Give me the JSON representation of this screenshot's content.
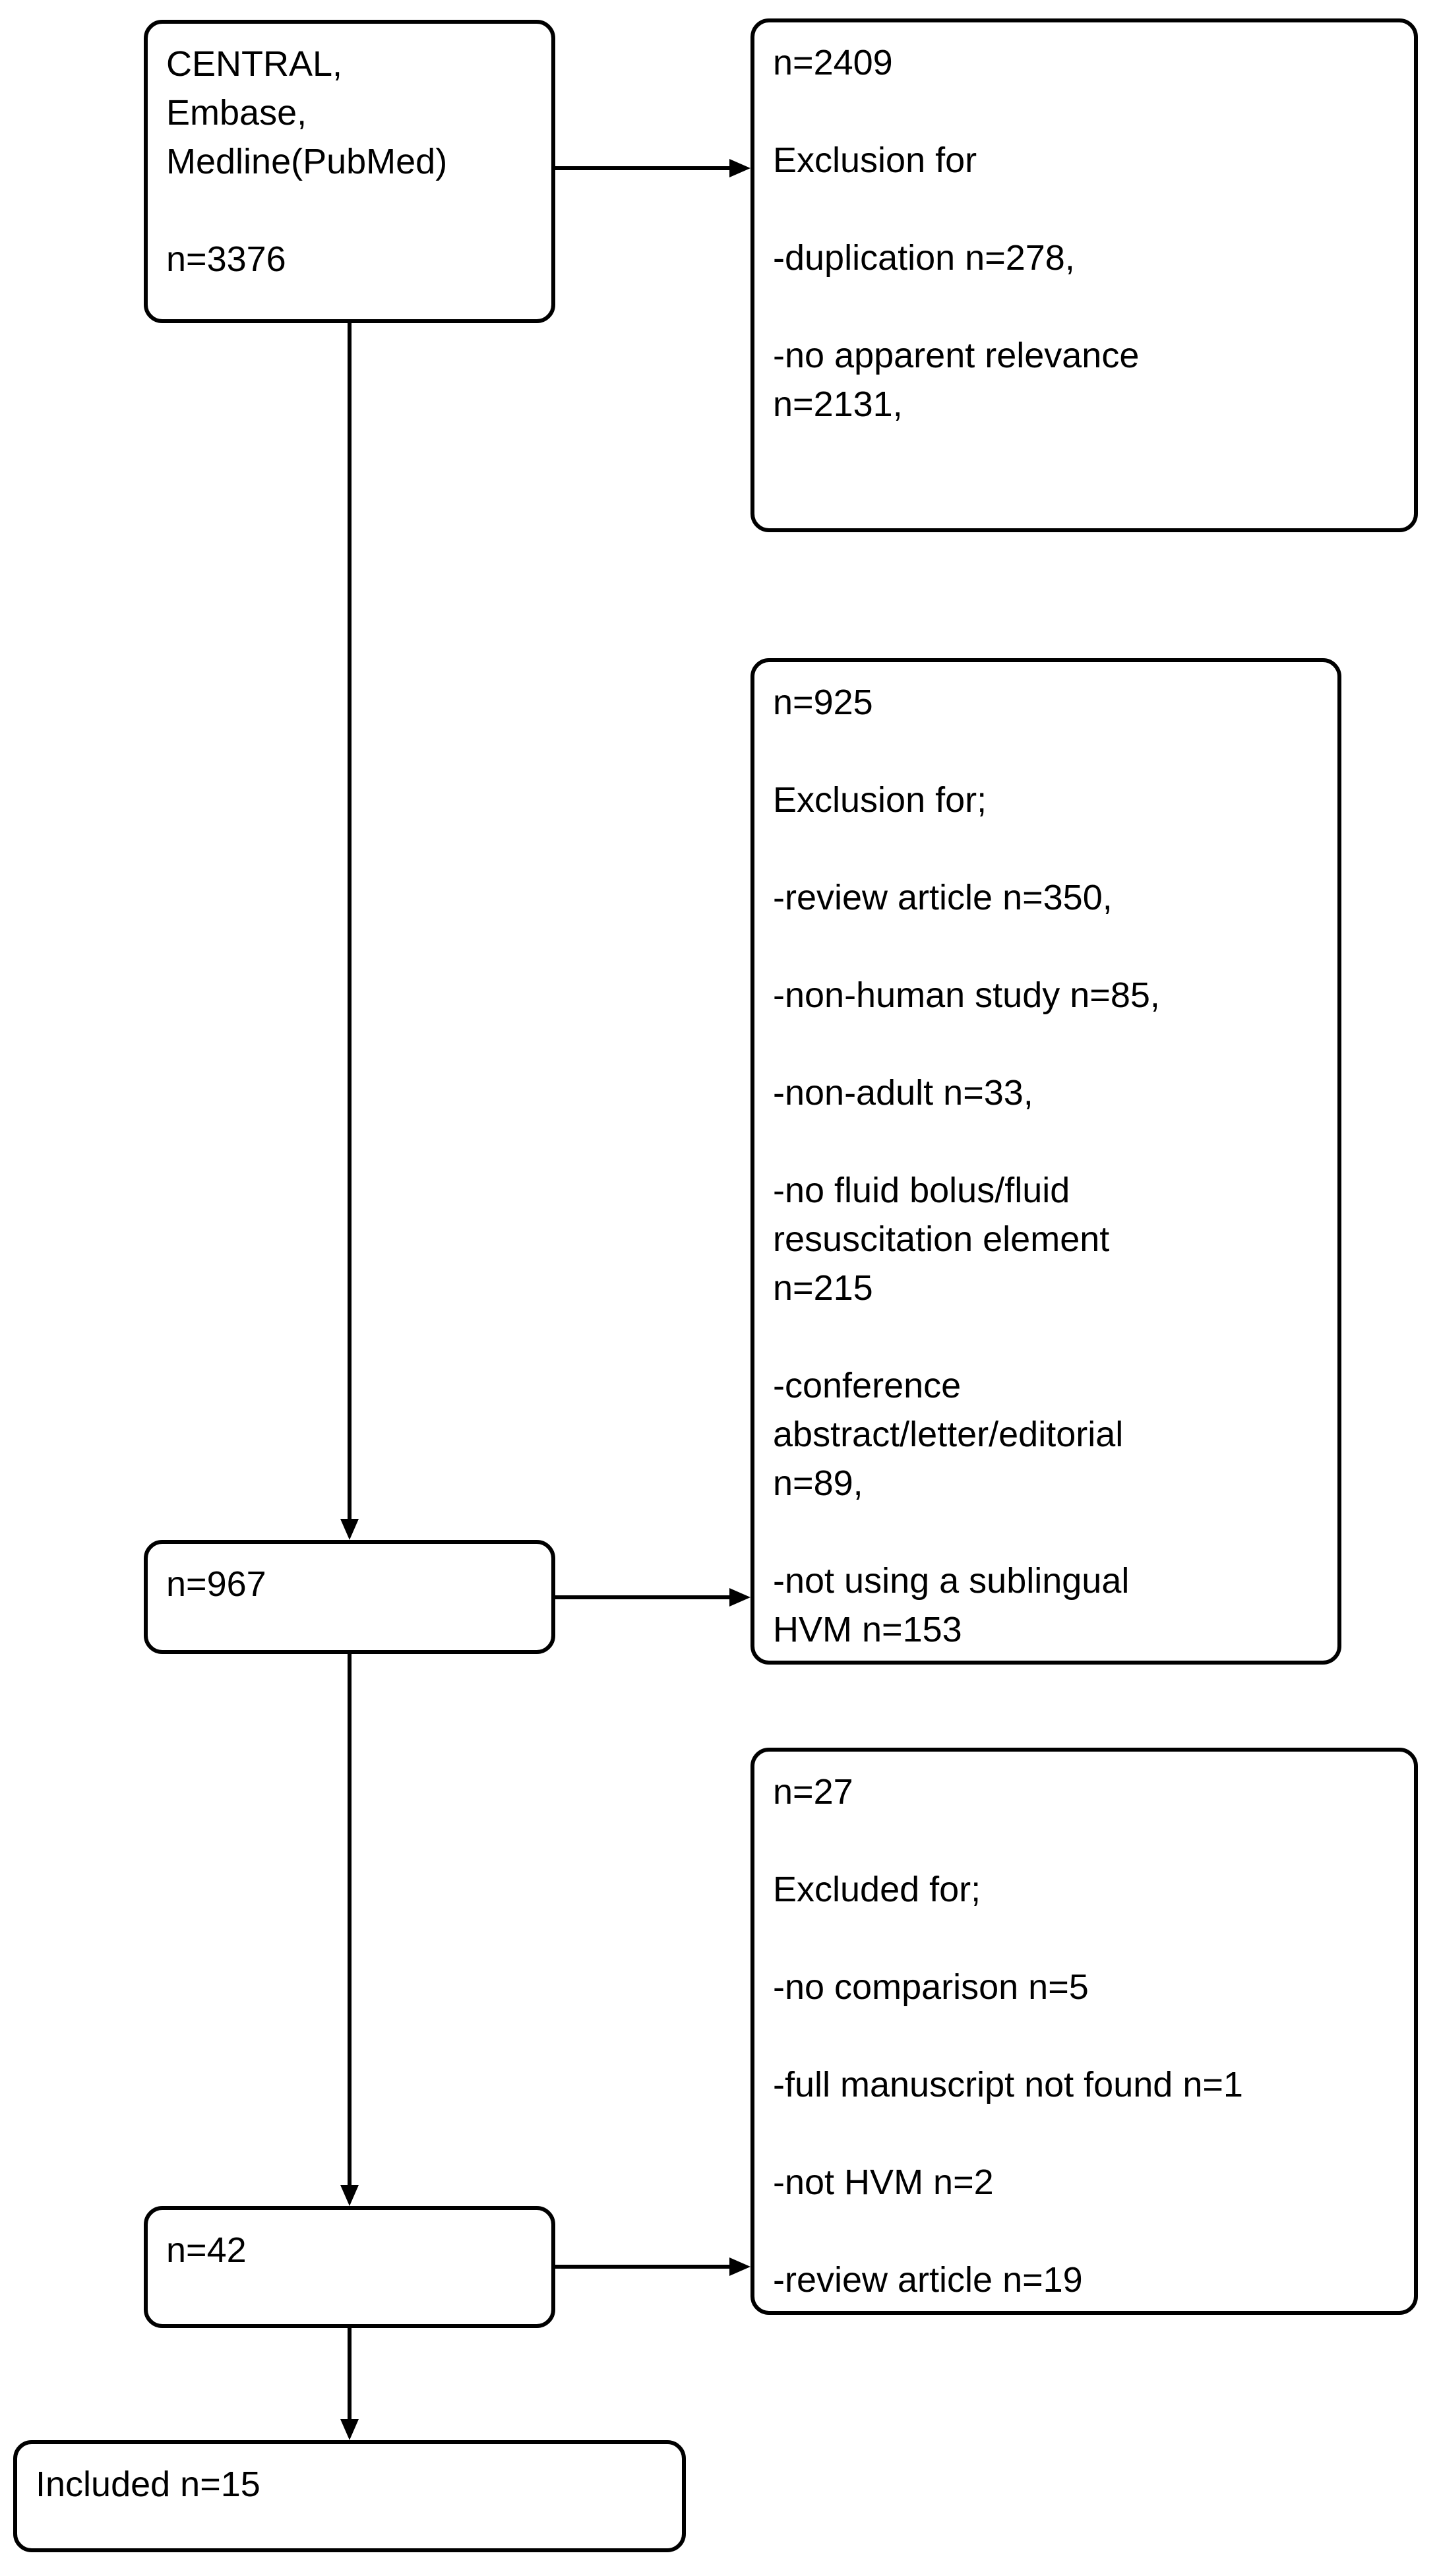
{
  "diagram": {
    "type": "flowchart",
    "background_color": "#ffffff",
    "line_color": "#000000",
    "boxes": {
      "sources": {
        "paragraphs": [
          "CENTRAL,\nEmbase,\nMedline(PubMed)",
          "n=3376"
        ]
      },
      "excluded_screening": {
        "paragraphs": [
          "n=2409",
          "Exclusion for",
          "-duplication n=278,",
          "-no apparent relevance\nn=2131,"
        ]
      },
      "title_abstract": {
        "paragraphs": [
          "n=967"
        ]
      },
      "excluded_title_abstract": {
        "paragraphs": [
          "n=925",
          "Exclusion for;",
          "-review article n=350,",
          "-non-human study n=85,",
          "-non-adult n=33,",
          "-no fluid bolus/fluid\nresuscitation element\nn=215",
          "-conference\nabstract/letter/editorial\nn=89,",
          "-not using a sublingual\nHVM n=153"
        ]
      },
      "full_text": {
        "paragraphs": [
          "n=42"
        ]
      },
      "excluded_full_text": {
        "paragraphs": [
          "n=27",
          "Excluded for;",
          "-no comparison n=5",
          "-full manuscript not found n=1",
          "-not HVM n=2",
          "-review article n=19"
        ]
      },
      "included": {
        "paragraphs": [
          "Included n=15"
        ]
      }
    },
    "edges": [
      {
        "from": "sources",
        "to": "excluded_screening",
        "direction": "right"
      },
      {
        "from": "sources",
        "to": "title_abstract",
        "direction": "down"
      },
      {
        "from": "title_abstract",
        "to": "excluded_title_abstract",
        "direction": "right"
      },
      {
        "from": "title_abstract",
        "to": "full_text",
        "direction": "down"
      },
      {
        "from": "full_text",
        "to": "excluded_full_text",
        "direction": "right"
      },
      {
        "from": "full_text",
        "to": "included",
        "direction": "down"
      }
    ]
  }
}
